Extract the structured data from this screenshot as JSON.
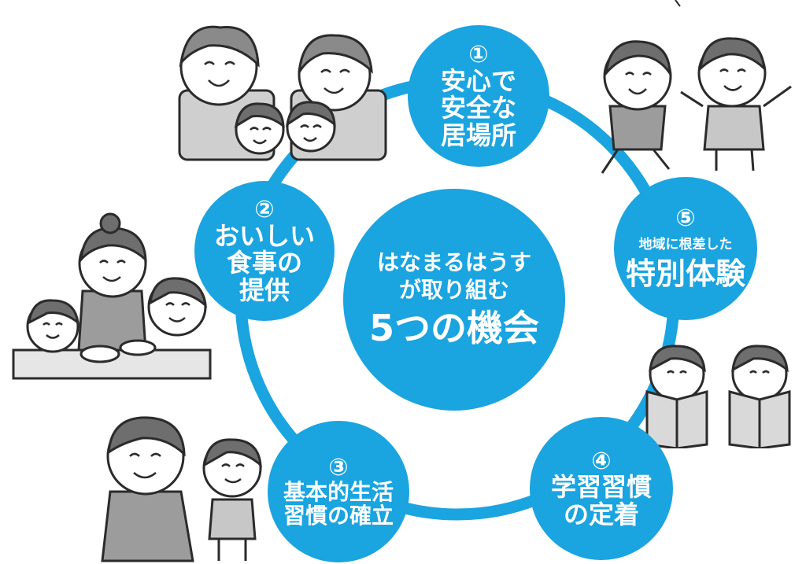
{
  "colors": {
    "accent": "#1aa4e0",
    "text_on_accent": "#ffffff",
    "illustration_line": "#2b2b2b",
    "illustration_fill": "#bdbdbd"
  },
  "center": {
    "line1": "はなまるはうす",
    "line2": "が取り組む",
    "line3": "5つの機会"
  },
  "nodes": [
    {
      "num": "①",
      "lines": [
        "安心で",
        "安全な",
        "居場所"
      ]
    },
    {
      "num": "②",
      "lines": [
        "おいしい",
        "食事の",
        "提供"
      ]
    },
    {
      "num": "③",
      "lines": [
        "基本的生活",
        "習慣の確立"
      ]
    },
    {
      "num": "④",
      "lines": [
        "学習習慣",
        "の定着"
      ]
    },
    {
      "num": "⑤",
      "sub": "地域に根差した",
      "lines": [
        "特別体験"
      ]
    }
  ],
  "illustrations": [
    {
      "name": "family-group-illustration",
      "icon": "smiling-family"
    },
    {
      "name": "children-running-illustration",
      "icon": "running-children"
    },
    {
      "name": "meal-illustration",
      "icon": "mother-children-eating"
    },
    {
      "name": "reading-illustration",
      "icon": "children-reading"
    },
    {
      "name": "greeting-illustration",
      "icon": "mother-child-greeting"
    }
  ]
}
